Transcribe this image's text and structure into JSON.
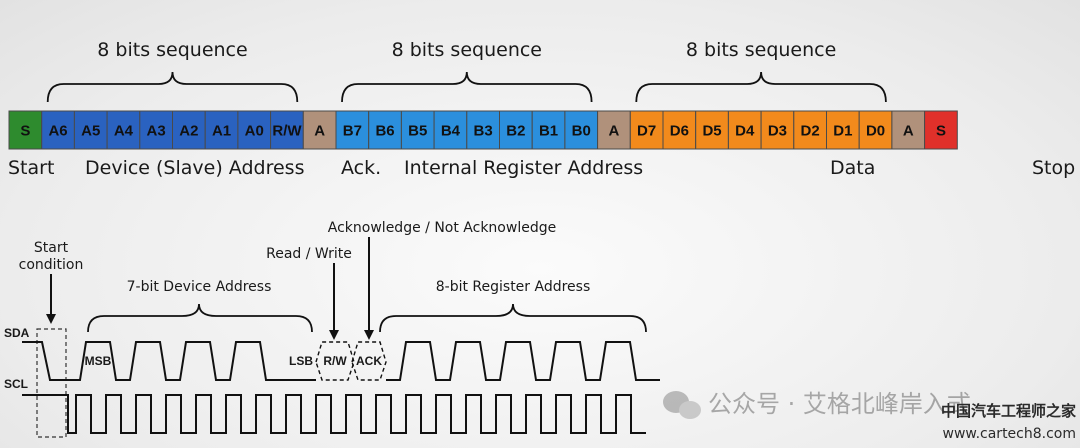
{
  "frame": {
    "groups": [
      {
        "label": "8 bits sequence"
      },
      {
        "label": "8 bits sequence"
      },
      {
        "label": "8 bits sequence"
      }
    ],
    "segments": [
      {
        "text": "S",
        "color": "#2e8b2e",
        "dark": true
      },
      {
        "text": "A6",
        "color": "#2a62c0"
      },
      {
        "text": "A5",
        "color": "#2a62c0"
      },
      {
        "text": "A4",
        "color": "#2a62c0"
      },
      {
        "text": "A3",
        "color": "#2a62c0"
      },
      {
        "text": "A2",
        "color": "#2a62c0"
      },
      {
        "text": "A1",
        "color": "#2a62c0"
      },
      {
        "text": "A0",
        "color": "#2a62c0"
      },
      {
        "text": "R/W",
        "color": "#2a62c0"
      },
      {
        "text": "A",
        "color": "#b0917b",
        "dark": true
      },
      {
        "text": "B7",
        "color": "#2b8fdd"
      },
      {
        "text": "B6",
        "color": "#2b8fdd"
      },
      {
        "text": "B5",
        "color": "#2b8fdd"
      },
      {
        "text": "B4",
        "color": "#2b8fdd"
      },
      {
        "text": "B3",
        "color": "#2b8fdd"
      },
      {
        "text": "B2",
        "color": "#2b8fdd"
      },
      {
        "text": "B1",
        "color": "#2b8fdd"
      },
      {
        "text": "B0",
        "color": "#2b8fdd"
      },
      {
        "text": "A",
        "color": "#b0917b",
        "dark": true
      },
      {
        "text": "D7",
        "color": "#f28a1c"
      },
      {
        "text": "D6",
        "color": "#f28a1c"
      },
      {
        "text": "D5",
        "color": "#f28a1c"
      },
      {
        "text": "D4",
        "color": "#f28a1c"
      },
      {
        "text": "D3",
        "color": "#f28a1c"
      },
      {
        "text": "D2",
        "color": "#f28a1c"
      },
      {
        "text": "D1",
        "color": "#f28a1c"
      },
      {
        "text": "D0",
        "color": "#f28a1c"
      },
      {
        "text": "A",
        "color": "#b0917b",
        "dark": true
      },
      {
        "text": "S",
        "color": "#e0302a"
      }
    ],
    "labels": {
      "start": "Start",
      "device_address": "Device (Slave) Address",
      "ack": "Ack.",
      "register_address": "Internal Register Address",
      "data": "Data",
      "stop": "Stop"
    }
  },
  "timing": {
    "start_condition": "Start\ncondition",
    "read_write": "Read / Write",
    "acknowledge": "Acknowledge / Not Acknowledge",
    "device_address_label": "7-bit Device Address",
    "register_address_label": "8-bit Register Address",
    "sda": "SDA",
    "scl": "SCL",
    "msb": "MSB",
    "lsb": "LSB",
    "rw": "R/W",
    "ack": "ACK"
  },
  "watermark": {
    "wechat": "公众号 · 艾格北峰岸入式",
    "site_cn": "中国汽车工程师之家",
    "site_url": "www.cartech8.com"
  }
}
